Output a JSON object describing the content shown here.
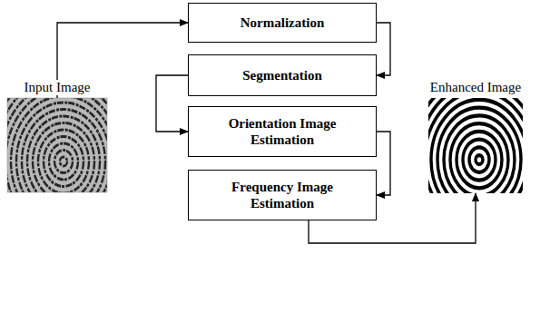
{
  "diagram": {
    "nodes": [
      {
        "text": [
          "Input Image"
        ]
      },
      {
        "text": [
          "Normalization"
        ]
      },
      {
        "text": [
          "Segmentation"
        ]
      },
      {
        "text": [
          "Orientation Image Estimation"
        ]
      },
      {
        "text": [
          "Frequency Image Estimation"
        ]
      },
      {
        "text": [
          "Enhanced Image"
        ]
      }
    ],
    "edges": [
      {
        "from": 0,
        "to": 1,
        "arrow": "to"
      },
      {
        "from": 1,
        "to": 2,
        "arrow": "to"
      },
      {
        "from": 2,
        "to": 3,
        "arrow": "to"
      },
      {
        "from": 3,
        "to": 4,
        "arrow": "to"
      },
      {
        "from": 4,
        "to": 5,
        "arrow": "to"
      }
    ]
  }
}
